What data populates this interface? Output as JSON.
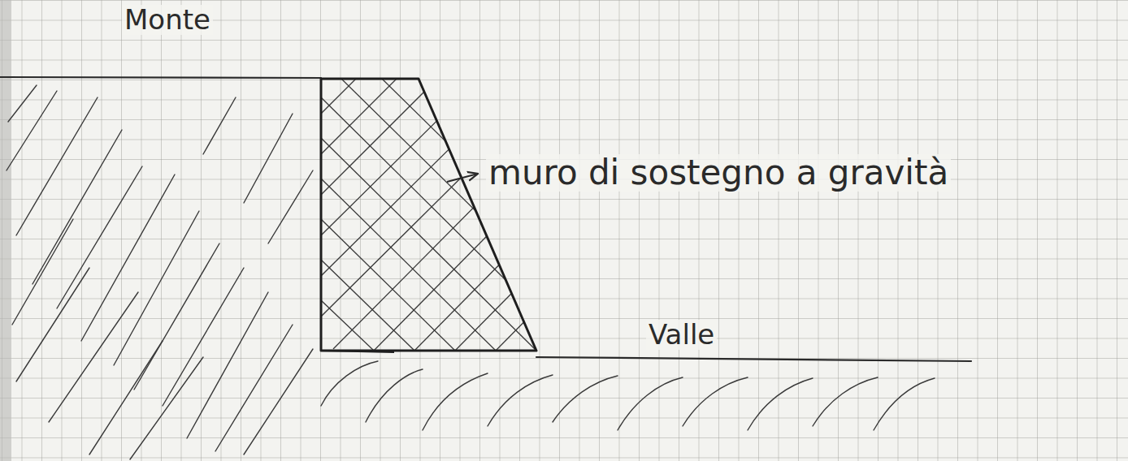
{
  "diagram": {
    "labels": [
      "Monte",
      "muro di sostegno a gravità",
      "Valle"
    ]
  }
}
